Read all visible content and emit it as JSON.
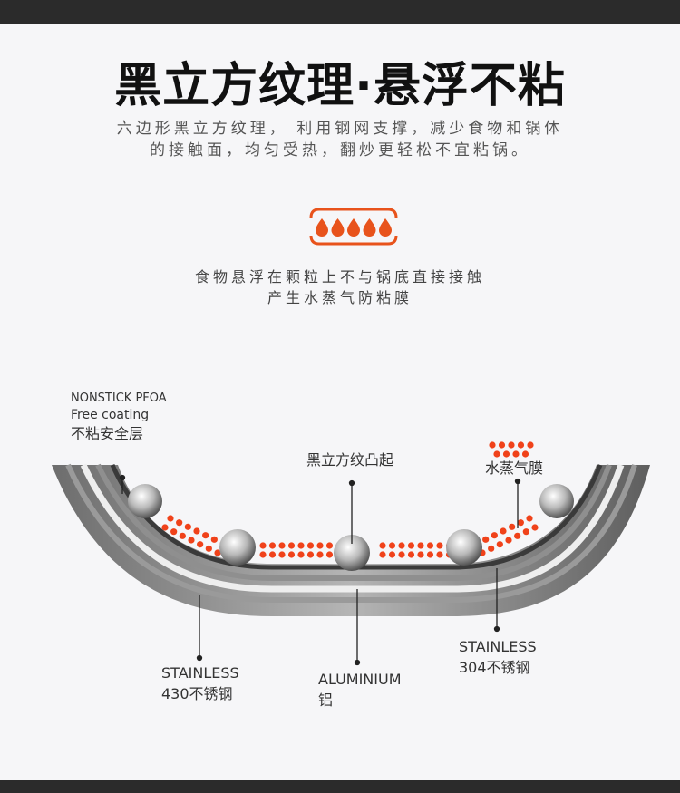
{
  "header": {
    "title": "黑立方纹理·悬浮不粘",
    "description_lines": [
      "六边形黑立方纹理， 利用钢网支撑，减少食物和锅体",
      "的接触面，均匀受热，翻炒更轻松不宜粘锅。"
    ]
  },
  "feature": {
    "icon": "steam-drops-icon",
    "lines": [
      "食物悬浮在颗粒上不与锅底直接接触",
      "产生水蒸气防粘膜"
    ]
  },
  "diagram": {
    "labels": {
      "coating_en_1": "NONSTICK PFOA",
      "coating_en_2": "Free coating",
      "coating_zh": "不粘安全层",
      "texture_zh": "黑立方纹凸起",
      "steam_zh": "水蒸气膜",
      "outer_en": "STAINLESS",
      "outer_zh": "430不锈钢",
      "middle_en": "ALUMINIUM",
      "middle_zh": "铝",
      "inner_en": "STAINLESS",
      "inner_zh": "304不锈钢"
    }
  },
  "colors": {
    "accent": "#e8531c",
    "drops": "#f0421a",
    "background": "#f6f6f8"
  }
}
